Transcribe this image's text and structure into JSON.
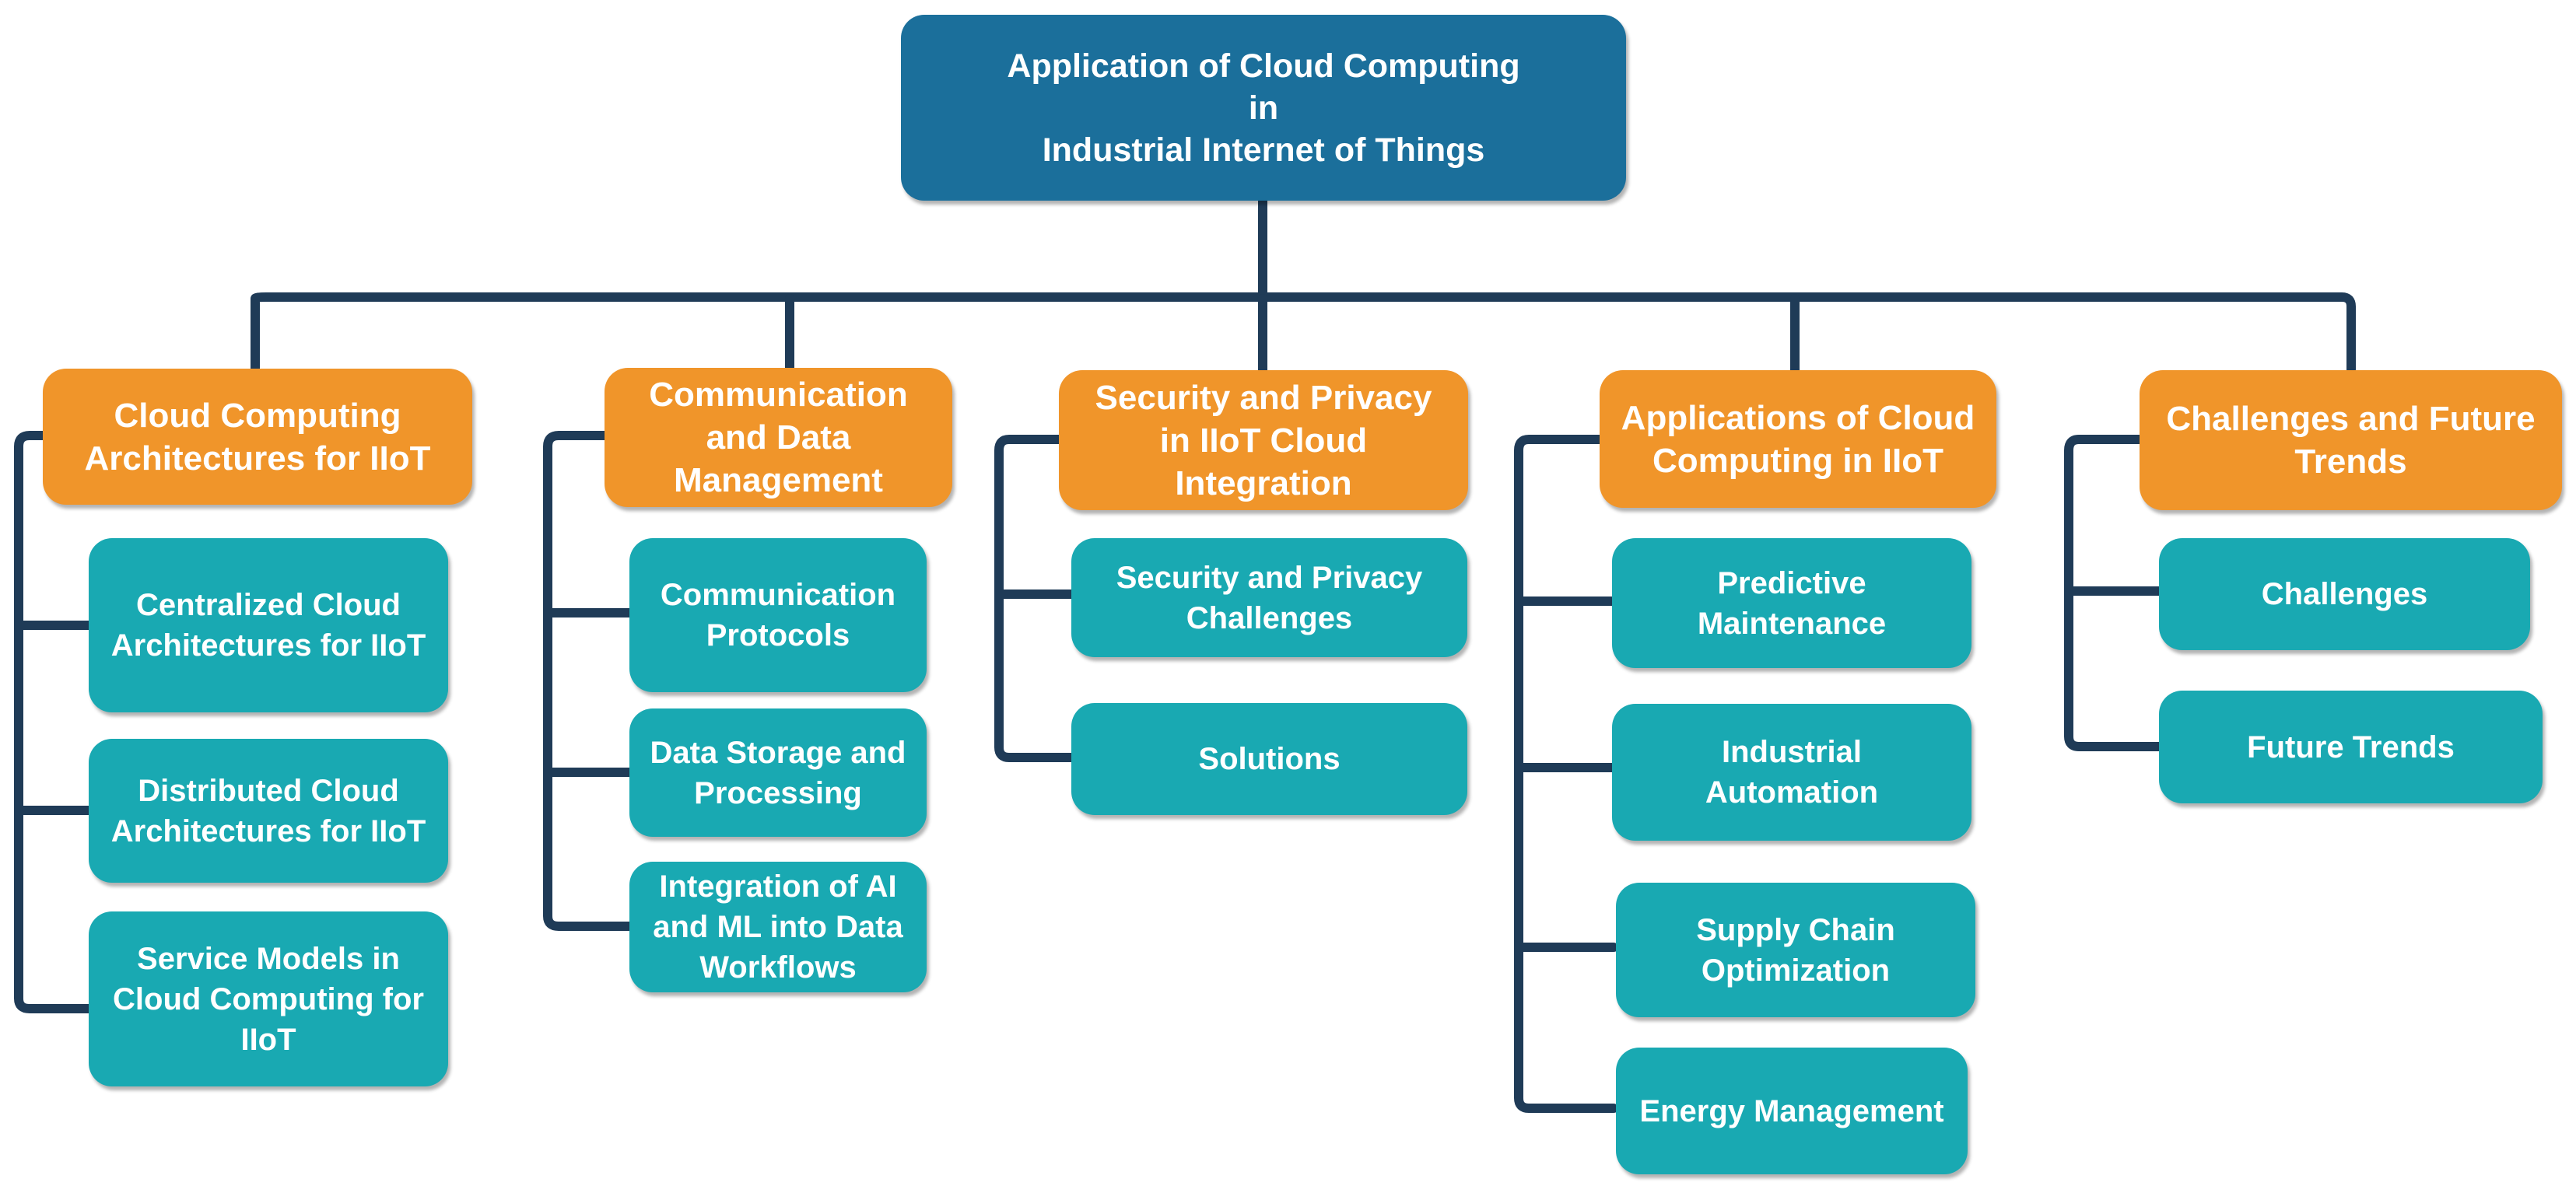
{
  "root": {
    "title": "Application of Cloud Computing\nin\nIndustrial Internet of Things"
  },
  "categories": [
    {
      "label": "Cloud Computing\nArchitectures for IIoT",
      "children": [
        "Centralized Cloud\nArchitectures for IIoT",
        "Distributed Cloud\nArchitectures for IIoT",
        "Service Models in\nCloud Computing for\nIIoT"
      ]
    },
    {
      "label": "Communication\nand Data\nManagement",
      "children": [
        "Communication\nProtocols",
        "Data Storage and\nProcessing",
        "Integration of AI\nand ML into Data\nWorkflows"
      ]
    },
    {
      "label": "Security and Privacy\nin IIoT Cloud\nIntegration",
      "children": [
        "Security and Privacy\nChallenges",
        "Solutions"
      ]
    },
    {
      "label": "Applications of Cloud\nComputing in IIoT",
      "children": [
        "Predictive\nMaintenance",
        "Industrial\nAutomation",
        "Supply Chain\nOptimization",
        "Energy Management"
      ]
    },
    {
      "label": "Challenges and Future\nTrends",
      "children": [
        "Challenges",
        "Future Trends"
      ]
    }
  ],
  "colors": {
    "root": "#1b6f9b",
    "category": "#f0952a",
    "leaf": "#19a9b2",
    "connector": "#1f3b57"
  }
}
